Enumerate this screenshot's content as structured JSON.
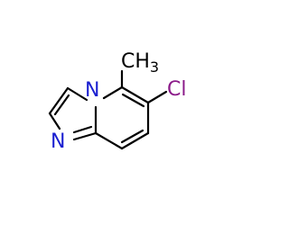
{
  "molecule": {
    "atoms": {
      "methyl": {
        "text": "CH",
        "subscript": "3",
        "color": "#000000"
      },
      "chlorine": {
        "text": "Cl",
        "color": "#8b1a89"
      },
      "bridgehead_n": {
        "text": "N",
        "color": "#1a1fd0"
      },
      "imidazole_n": {
        "text": "N",
        "color": "#1a1fd0"
      }
    },
    "bond_color": "#000000"
  }
}
